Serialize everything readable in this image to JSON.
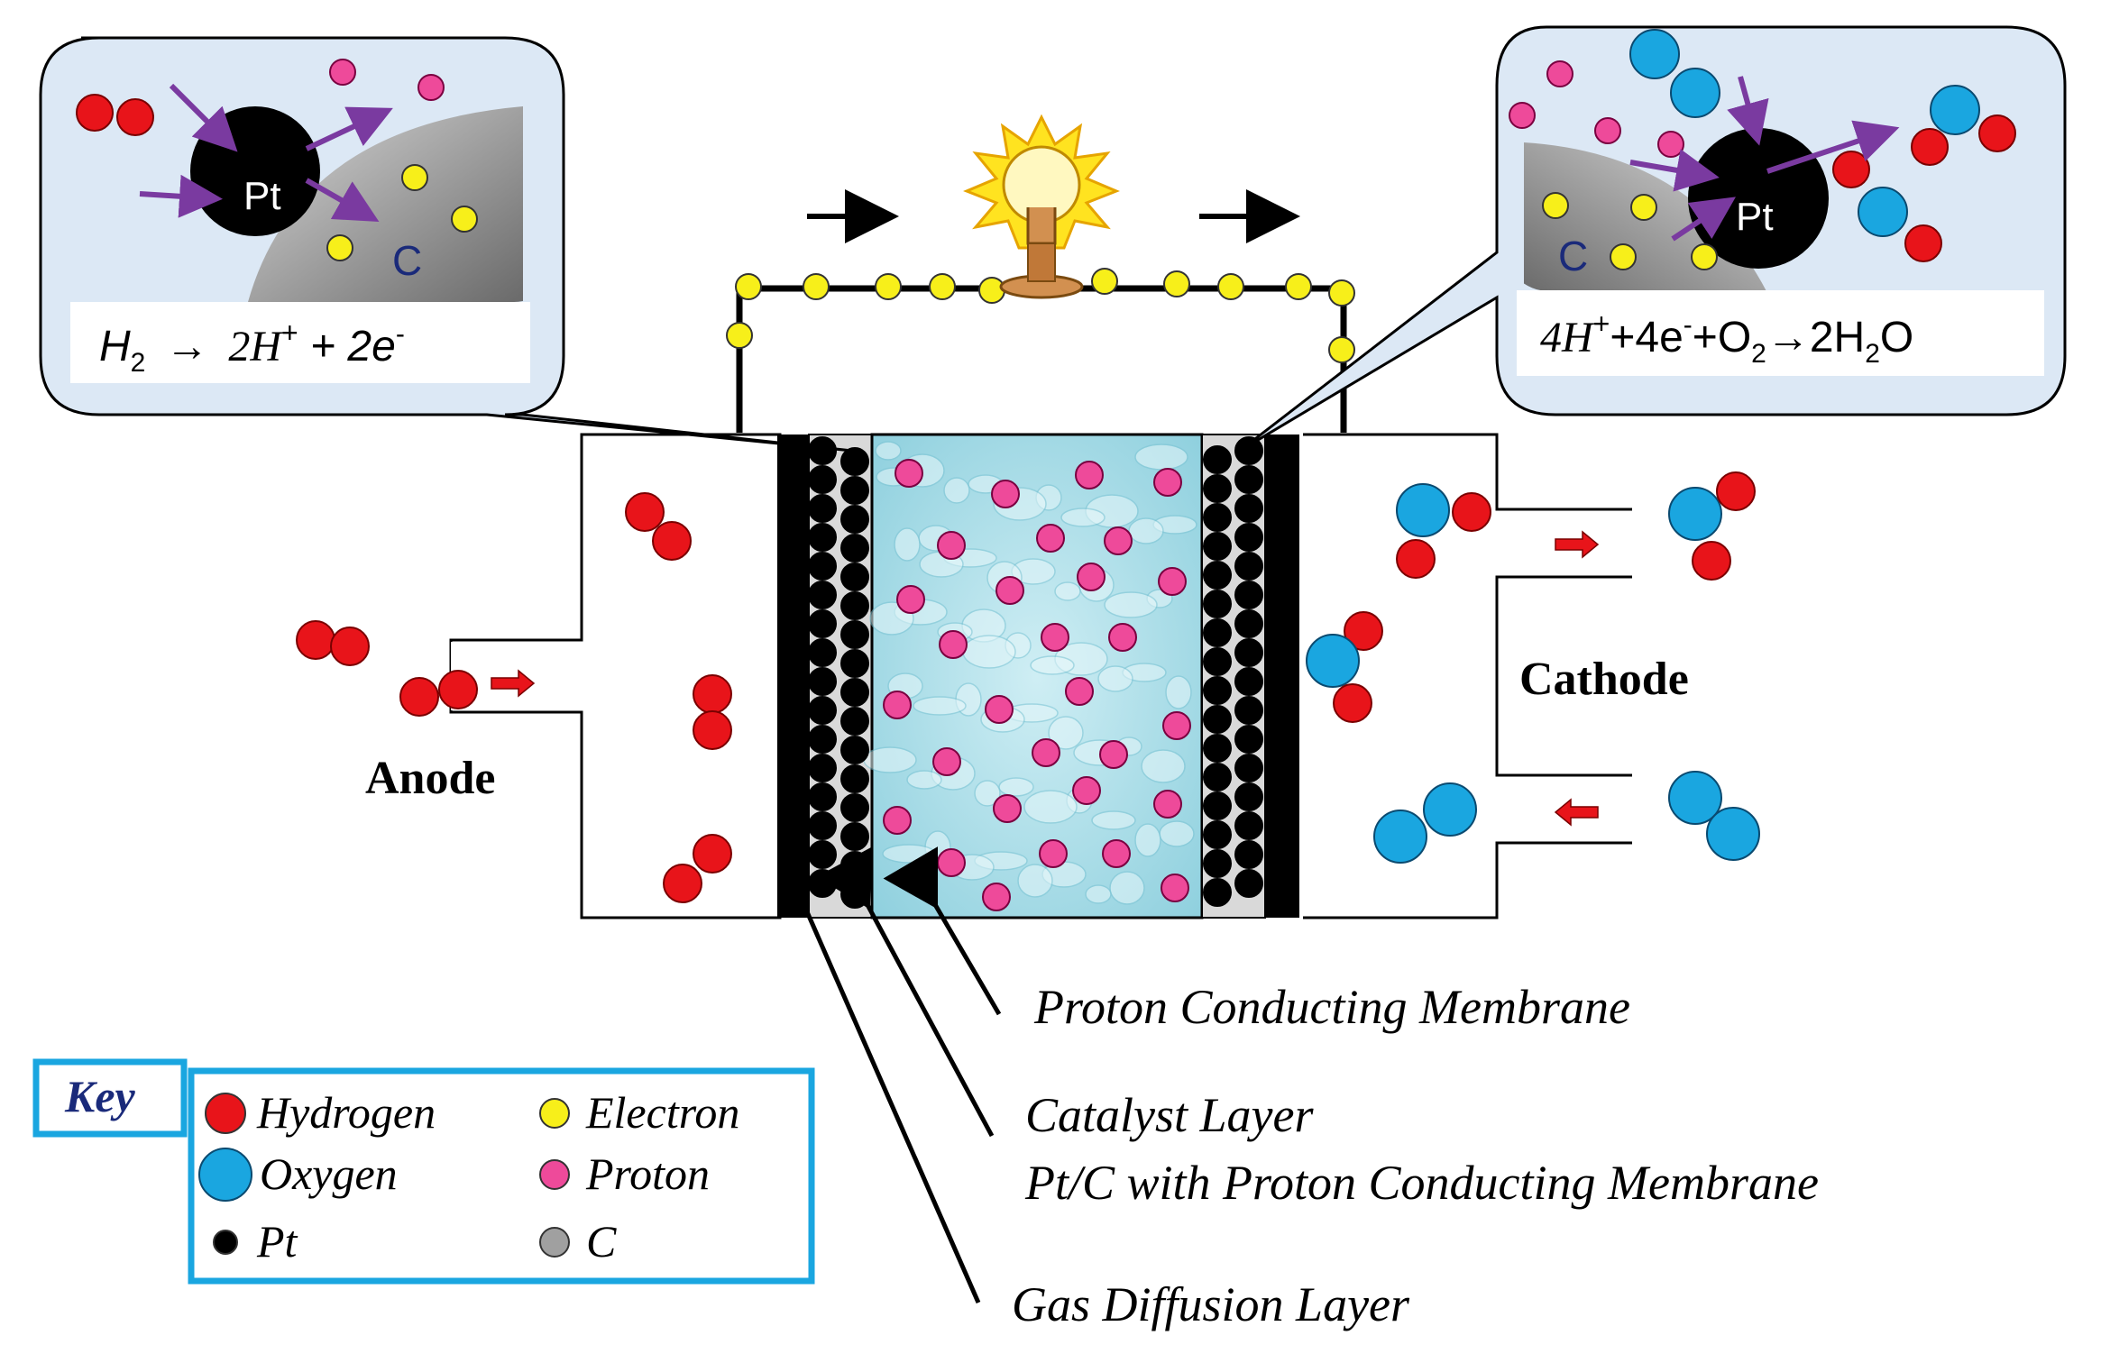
{
  "callouts": {
    "anode_equation": {
      "H": "H",
      "sub2": "2",
      "arrow": "→",
      "coef": "2H",
      "sup": "+",
      "rest": " + 2e",
      "sup2": "-"
    },
    "cathode_equation": {
      "a": "4H",
      "sup": "+",
      "b": "+4e",
      "sup2": "-",
      "c": "+O",
      "sub": "2",
      "d": "→2H",
      "sub2": "2",
      "e": "O"
    },
    "anode_pt": "Pt",
    "anode_c": "C",
    "cathode_pt": "Pt",
    "cathode_c": "C"
  },
  "electrodes": {
    "anode": "Anode",
    "cathode": "Cathode"
  },
  "labels": {
    "membrane": "Proton Conducting Membrane",
    "catalyst_line1": "Catalyst Layer",
    "catalyst_line2": "Pt/C with Proton Conducting Membrane",
    "gdl": "Gas Diffusion Layer"
  },
  "key": {
    "title": "Key",
    "items": [
      {
        "label": "Hydrogen",
        "color": "#e8141a"
      },
      {
        "label": "Oxygen",
        "color": "#1aa6e0"
      },
      {
        "label": "Pt",
        "color": "#000000"
      },
      {
        "label": "Electron",
        "color": "#f7ef1a"
      },
      {
        "label": "Proton",
        "color": "#ee4a9a"
      },
      {
        "label": "C",
        "color": "#a0a0a0"
      }
    ]
  },
  "colors": {
    "hydrogen": "#e8141a",
    "oxygen": "#1aa6e0",
    "electron": "#f7ef1a",
    "proton": "#ee4a9a",
    "pt": "#000000",
    "carbon": "#a0a0a0",
    "callout_bg": "#dce8f5",
    "membrane": "#aee0ea",
    "key_border": "#1aa6e0",
    "key_title": "#1a2a7a",
    "purple_arrow": "#7a3aa0"
  }
}
